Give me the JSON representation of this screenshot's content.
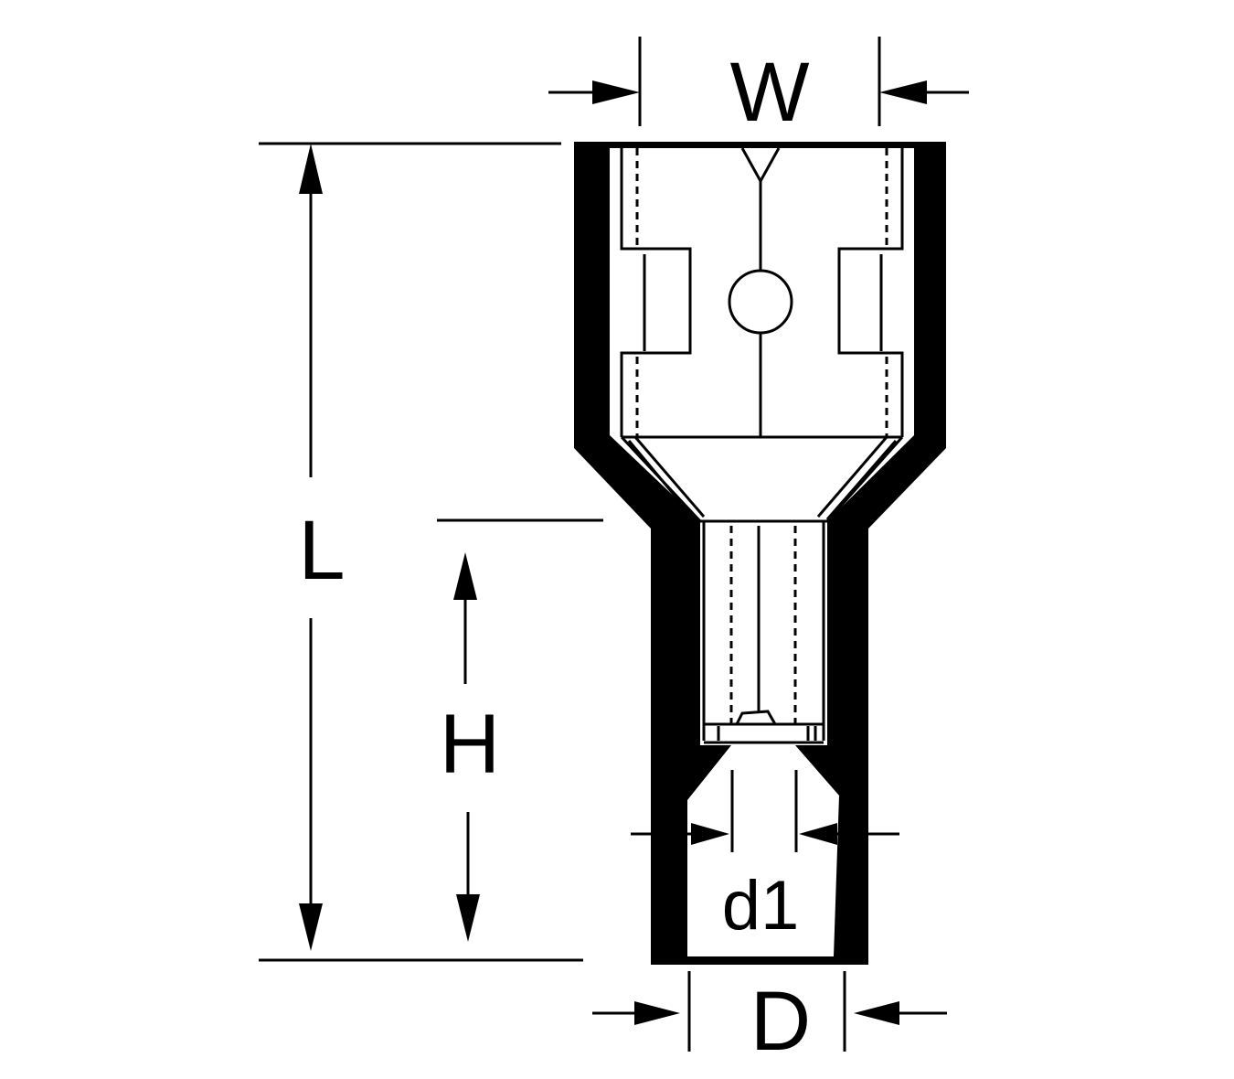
{
  "labels": {
    "width": "W",
    "length": "L",
    "height": "H",
    "inner_diameter": "d1",
    "outer_diameter": "D"
  },
  "colors": {
    "stroke": "#000000",
    "insulation": "#000000",
    "background": "#ffffff"
  }
}
